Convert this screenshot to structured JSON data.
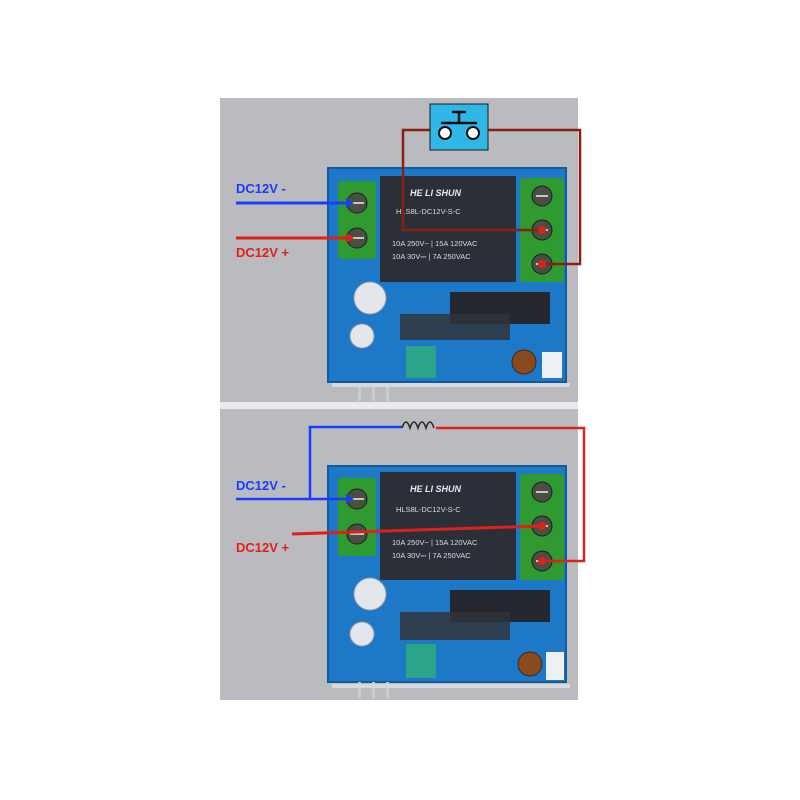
{
  "colors": {
    "background": "#ffffff",
    "panel": "#b9bbbe",
    "pcb": "#1e78c8",
    "relay": "#2a2f38",
    "terminal": "#2f9a2f",
    "wire_negative": "#1a3cff",
    "wire_positive": "#e0201a",
    "wire_dark_red": "#8a1f12",
    "switch_box": "#2fb7e8"
  },
  "top_module": {
    "label_negative": "DC12V -",
    "label_positive": "DC12V +",
    "relay_brand": "HE LI SHUN",
    "relay_model": "HLS8L-DC12V-S-C",
    "relay_rating_1": "10A 250V~ | 15A 120VAC",
    "relay_rating_2": "10A 30V⎓ | 7A 250VAC",
    "load_icon": "push-button-switch-icon"
  },
  "bottom_module": {
    "label_negative": "DC12V -",
    "label_positive": "DC12V +",
    "relay_brand": "HE LI SHUN",
    "relay_model": "HLS8L-DC12V-S-C",
    "relay_rating_1": "10A 250V~ | 15A 120VAC",
    "relay_rating_2": "10A 30V⎓ | 7A 250VAC",
    "load_icon": "inductor-coil-icon"
  }
}
